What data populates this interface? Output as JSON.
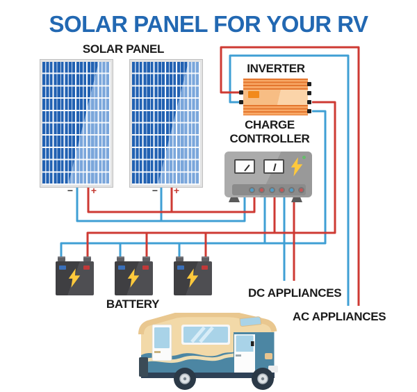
{
  "title": {
    "text": "SOLAR PANEL FOR YOUR RV",
    "color": "#2268B2"
  },
  "labels": {
    "solar_panel": "SOLAR PANEL",
    "inverter": "INVERTER",
    "charge_controller_line1": "CHARGE",
    "charge_controller_line2": "CONTROLLER",
    "battery": "BATTERY",
    "dc_appliances": "DC APPLIANCES",
    "ac_appliances": "AC APPLIANCES"
  },
  "polarity": {
    "minus": "−",
    "plus": "+"
  },
  "colors": {
    "wire_red": "#CE3A33",
    "wire_blue": "#3F9FD4",
    "title_blue": "#2268B2",
    "label_black": "#1A1A1A",
    "panel_cell_dark": "#2161B2",
    "panel_cell_light": "#7AA6DB",
    "inverter_orange": "#F8A866",
    "inverter_stripe": "#E4762E",
    "inverter_accent": "#F28A1C",
    "controller_gray": "#A5A5A5",
    "battery_gray": "#4F4F4F",
    "bolt_yellow": "#FFC93C",
    "led_green": "#66BB6A",
    "rv_cream": "#F2D9A8",
    "rv_roof_tan": "#E9C78F",
    "rv_blue": "#4C86A3",
    "rv_window_blue": "#A9D3E8",
    "rv_skirt_dark": "#2E4156"
  },
  "components": {
    "solar_panel_count": 2,
    "battery_count": 3,
    "controller_terminal_count": 6,
    "controller_terminal_colors": [
      "blue",
      "red",
      "blue",
      "red",
      "blue",
      "red"
    ]
  }
}
